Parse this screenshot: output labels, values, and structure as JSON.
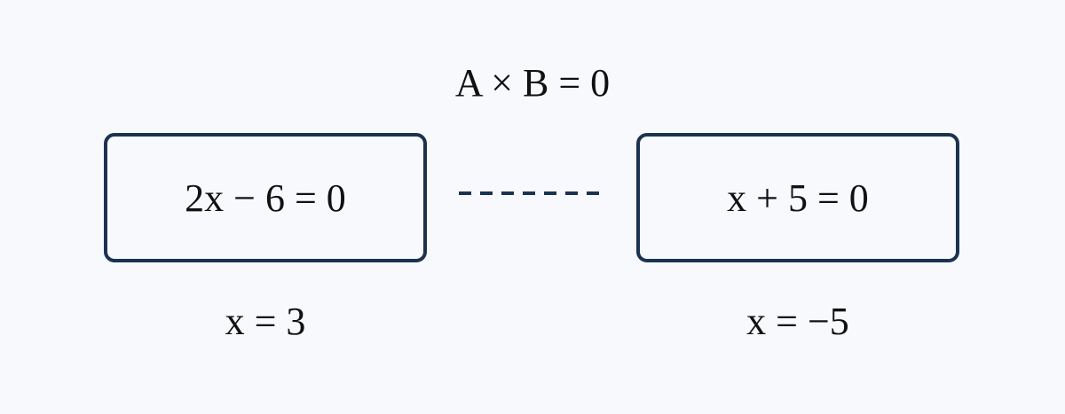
{
  "heading": "A × B = 0",
  "left_factor": {
    "equation": "2x − 6 = 0",
    "solution": "x = 3"
  },
  "right_factor": {
    "equation": "x + 5 = 0",
    "solution": "x = −5"
  },
  "colors": {
    "background": "#f7f9fc",
    "box_border": "#1b3350",
    "text": "#111111"
  }
}
